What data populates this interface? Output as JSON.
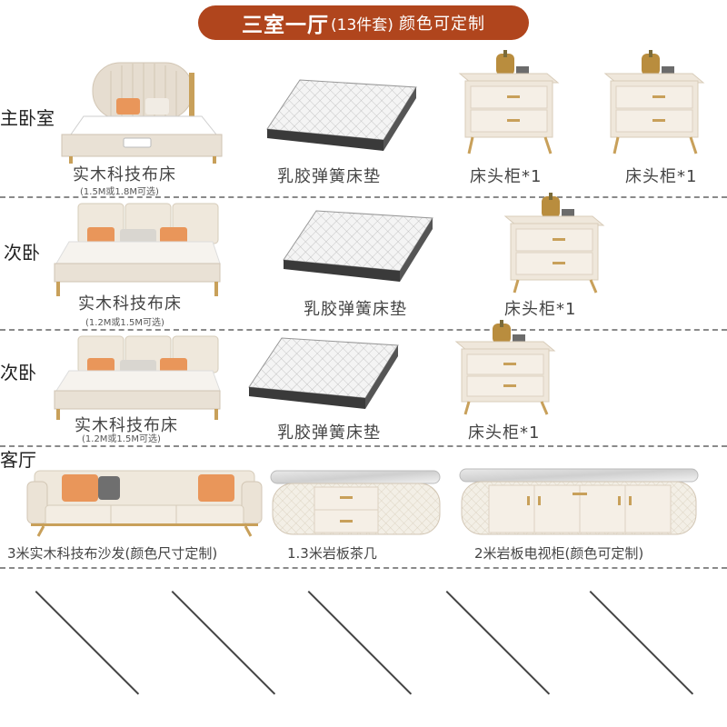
{
  "header": {
    "title_main": "三室一厅",
    "title_count": "(13件套)",
    "title_tail": "颜色可定制"
  },
  "rooms": {
    "master": {
      "label": "主卧室",
      "bed": {
        "name": "实木科技布床",
        "size_note": "(1.5M或1.8M可选)"
      },
      "mattress": {
        "name": "乳胶弹簧床垫"
      },
      "nightstand1": {
        "name": "床头柜*1"
      },
      "nightstand2": {
        "name": "床头柜*1"
      }
    },
    "second": {
      "label": "次卧",
      "bed": {
        "name": "实木科技布床",
        "size_note": "(1.2M或1.5M可选)"
      },
      "mattress": {
        "name": "乳胶弹簧床垫"
      },
      "nightstand": {
        "name": "床头柜*1"
      }
    },
    "third": {
      "label": "次卧",
      "bed": {
        "name": "实木科技布床",
        "size_note": "(1.2M或1.5M可选)"
      },
      "mattress": {
        "name": "乳胶弹簧床垫"
      },
      "nightstand": {
        "name": "床头柜*1"
      }
    },
    "living": {
      "label": "客厅",
      "sofa": {
        "name": "3米实木科技布沙发(颜色尺寸定制)"
      },
      "tea_table": {
        "name": "1.3米岩板茶几"
      },
      "tv_cabinet": {
        "name": "2米岩板电视柜(颜色可定制)"
      }
    }
  },
  "colors": {
    "banner": "#b0451d",
    "furniture_cream": "#efe7db",
    "gold": "#c8a05a"
  }
}
